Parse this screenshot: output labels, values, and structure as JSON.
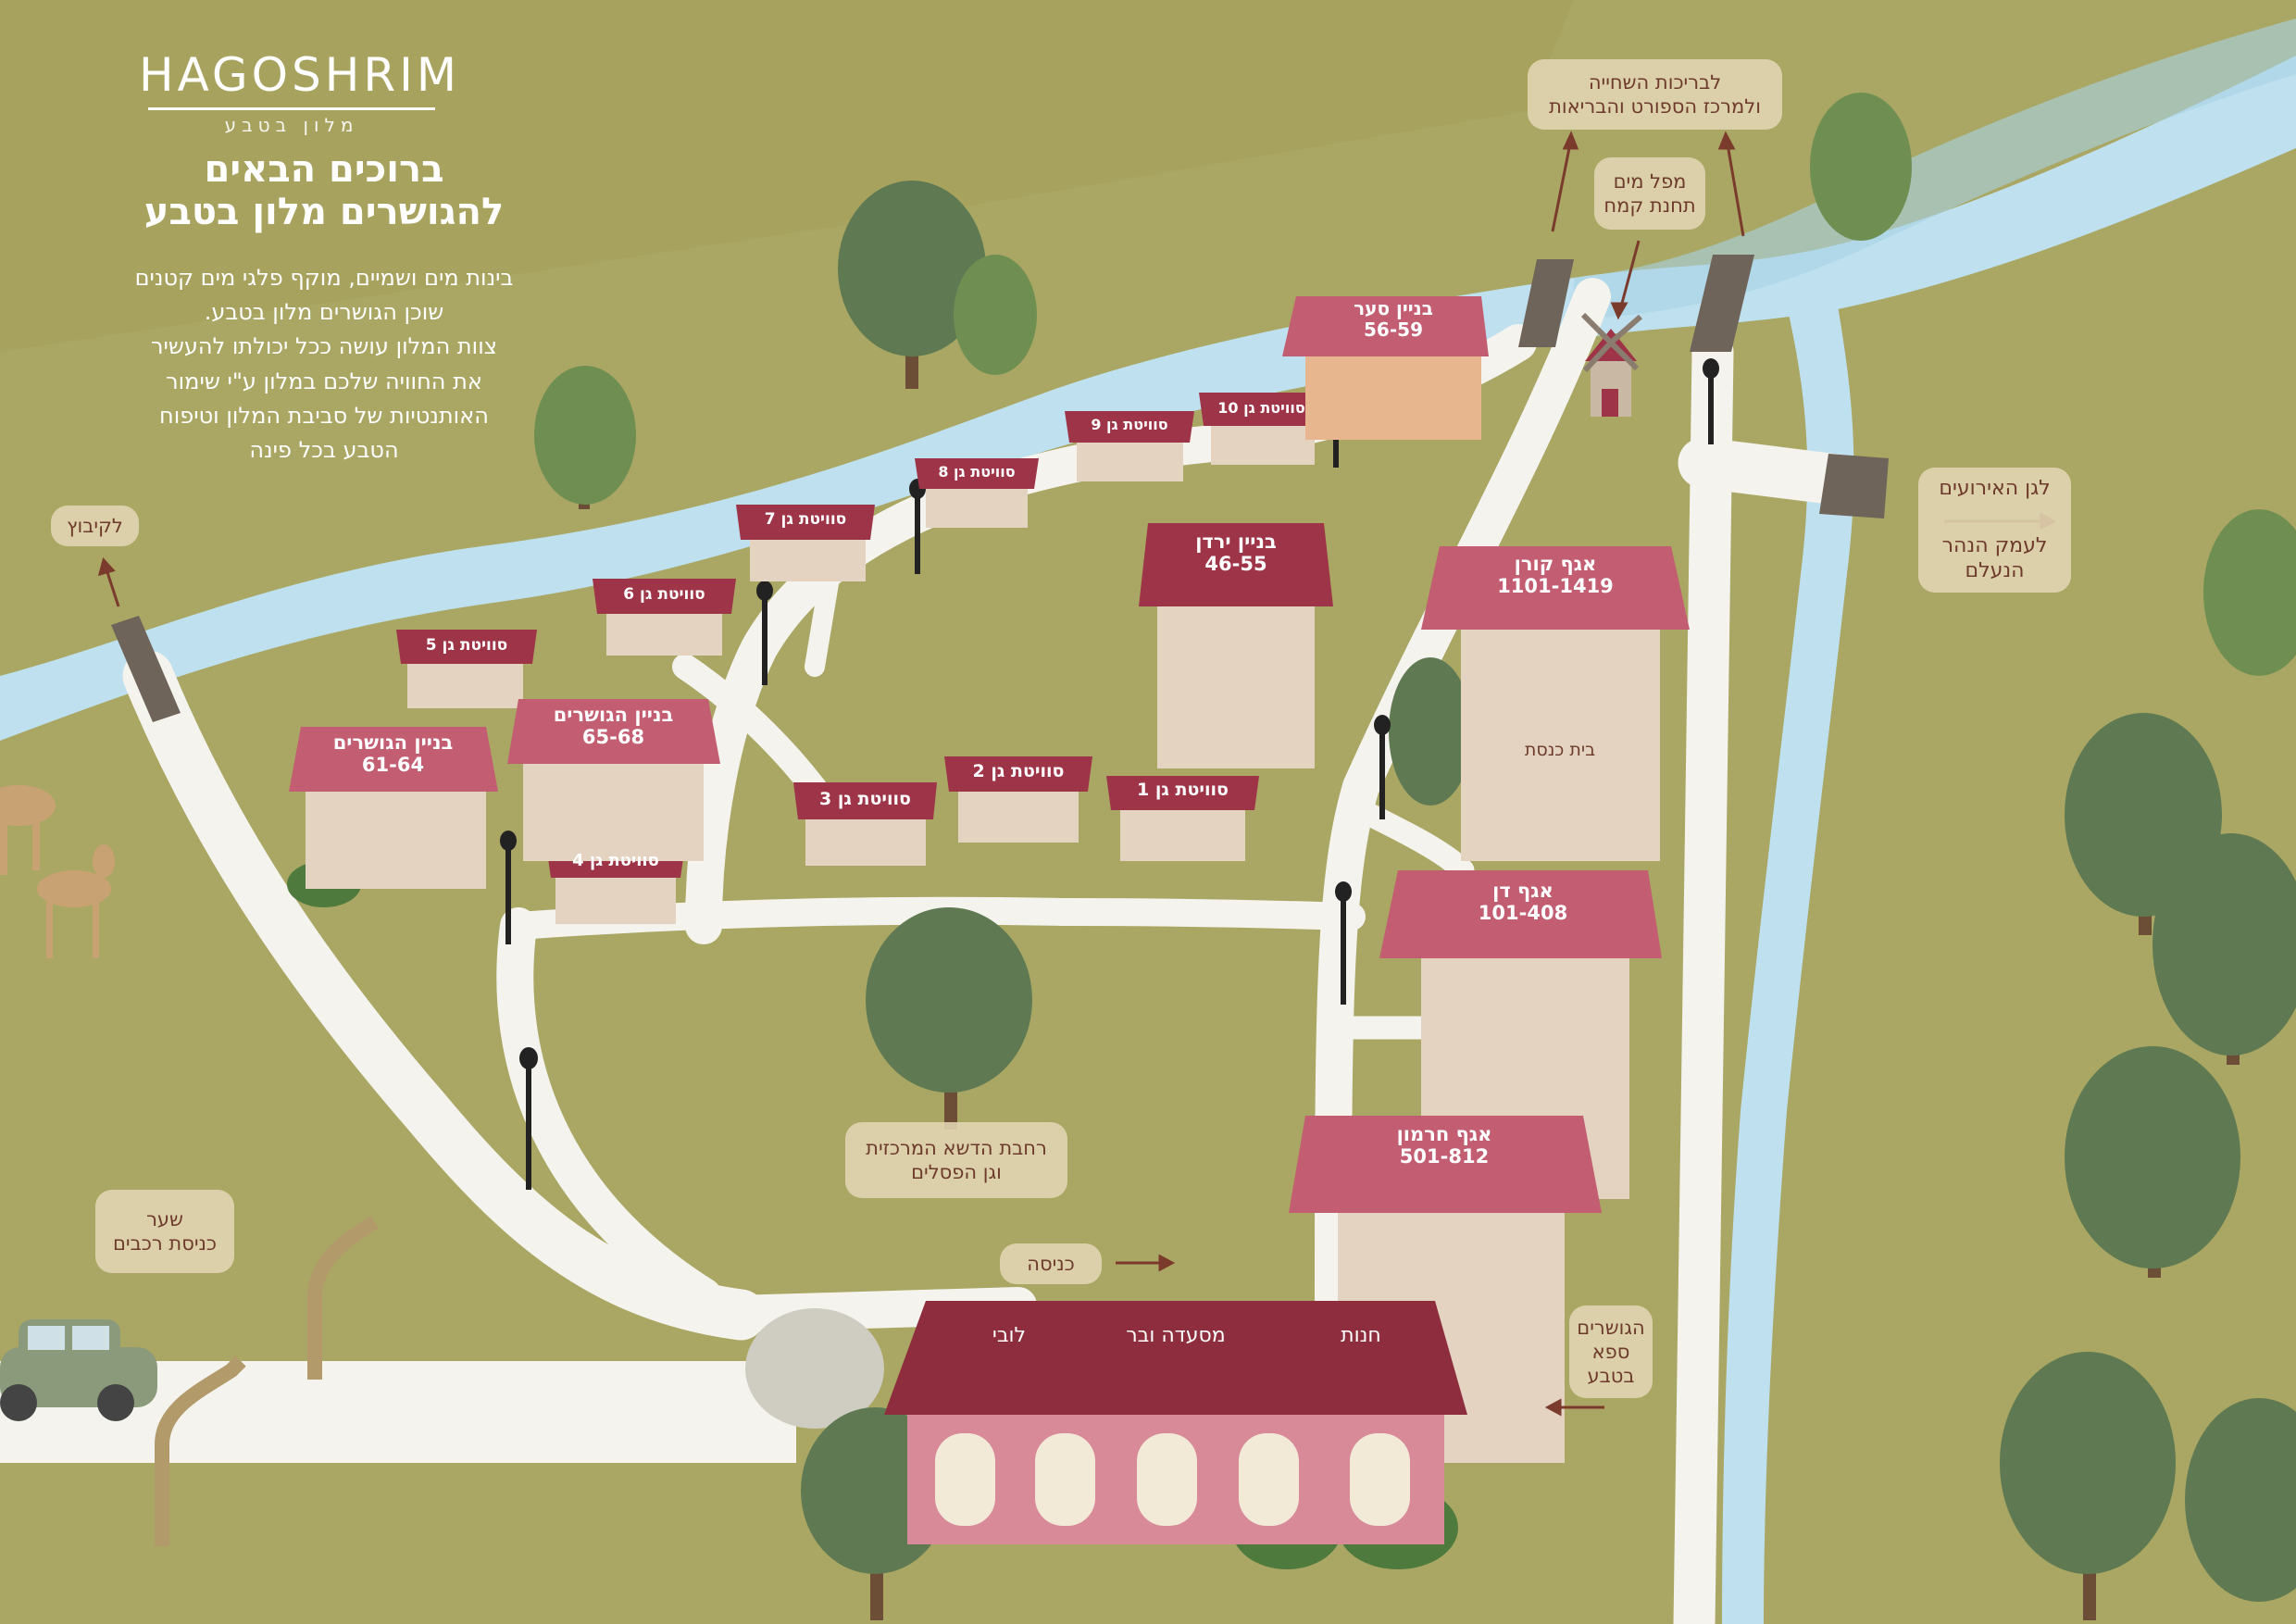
{
  "logo": {
    "brand": "HAGOSHRIM",
    "tagline": "מלון בטבע"
  },
  "welcome": {
    "title_line1": "ברוכים הבאים",
    "title_line2": "להגושרים מלון בטבע",
    "paragraph": [
      "בינות מים ושמיים, מוקף פלגי מים קטנים",
      "שוכן הגושרים מלון בטבע.",
      "צוות המלון עושה ככל יכולתו להעשיר",
      "את החוויה שלכם במלון ע\"י שימור",
      "האותנטיות של סביבת המלון וטיפוח",
      "הטבע בכל פינה"
    ]
  },
  "buildings": {
    "saar": {
      "name": "בניין סער",
      "rooms": "56-59"
    },
    "yarden": {
      "name": "בניין ירדן",
      "rooms": "46-55"
    },
    "hagoshrim": {
      "name": "בניין הגושרים",
      "rooms": "65-68"
    },
    "hagoshrim2": {
      "name": "בניין הגושרים",
      "rooms": "61-64"
    },
    "koren": {
      "name": "אגף קורן",
      "rooms": "1101-1419"
    },
    "dan": {
      "name": "אגף דן",
      "rooms": "101-408"
    },
    "hermon": {
      "name": "אגף חרמון",
      "rooms": "501-812"
    },
    "synagogue": "בית כנסת"
  },
  "suites": [
    "סוויטת גן 1",
    "סוויטת גן 2",
    "סוויטת גן 3",
    "סוויטת גן 4",
    "סוויטת גן 5",
    "סוויטת גן 6",
    "סוויטת גן 7",
    "סוויטת גן 8",
    "סוויטת גן 9",
    "סוויטת גן 10"
  ],
  "main_building": {
    "shop": "חנות",
    "restaurant": "מסעדה ובר",
    "lobby": "לובי"
  },
  "signs": {
    "pools": [
      "לבריכות השחייה",
      "ולמרכז הספורט והבריאות"
    ],
    "mill": [
      "מפל מים",
      "תחנת קמח"
    ],
    "kibbutz": "לקיבוץ",
    "events": [
      "לגן האירועים",
      "לעמק הנהר",
      "הנעלם"
    ],
    "lawn": [
      "רחבת הדשא המרכזית",
      "וגן הפסלים"
    ],
    "gate": [
      "שער",
      "כניסת רכבים"
    ],
    "entrance": "כניסה",
    "spa": [
      "הגושרים",
      "ספא",
      "בטבע"
    ]
  },
  "colors": {
    "grass": "#a9a763",
    "river": "#bfe0ee",
    "path": "#f4f3ee",
    "roof": "#9e3448",
    "wall": "#e3d3c0",
    "sign": "#e2d6b4",
    "sign_text": "#6e3a2c"
  }
}
